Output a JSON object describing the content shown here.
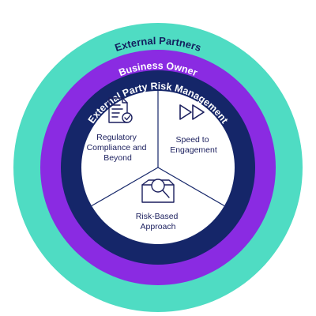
{
  "rings": {
    "outer": {
      "label": "External Partners",
      "color": "#4fdcc3",
      "text_color": "#13205e"
    },
    "middle": {
      "label": "Business Owner",
      "color": "#8a2be2",
      "text_color": "#ffffff"
    },
    "inner": {
      "label": "External Party Risk Management",
      "color": "#152669",
      "text_color": "#ffffff"
    }
  },
  "segments": [
    {
      "line1": "Regulatory",
      "line2": "Compliance and",
      "line3": "Beyond",
      "icon": "document-check-icon"
    },
    {
      "line1": "Speed to",
      "line2": "Engagement",
      "icon": "fast-forward-icon"
    },
    {
      "line1": "Risk-Based",
      "line2": "Approach",
      "icon": "magnifier-box-icon"
    }
  ],
  "colors": {
    "center": "#ffffff",
    "divider": "#152669",
    "icon": "#1b1f5e"
  }
}
